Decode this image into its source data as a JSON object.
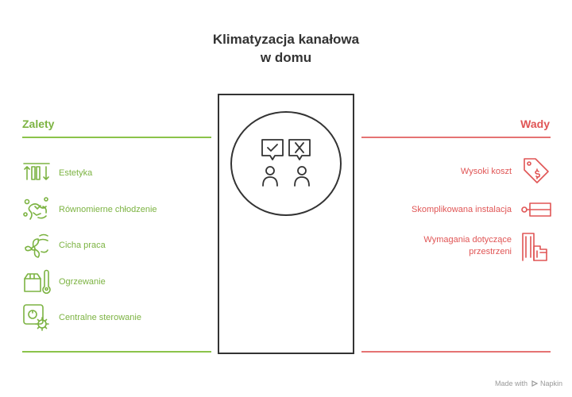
{
  "title": {
    "line1": "Klimatyzacja kanałowa",
    "line2": "w domu"
  },
  "pros": {
    "heading": "Zalety",
    "items": [
      {
        "label": "Estetyka",
        "icon": "vent-arrows-icon"
      },
      {
        "label": "Równomierne chłodzenie",
        "icon": "snowflake-flow-icon"
      },
      {
        "label": "Cicha praca",
        "icon": "quiet-fan-icon"
      },
      {
        "label": "Ogrzewanie",
        "icon": "heater-thermometer-icon"
      },
      {
        "label": "Centralne sterowanie",
        "icon": "central-control-icon"
      }
    ]
  },
  "cons": {
    "heading": "Wady",
    "items": [
      {
        "label": "Wysoki koszt",
        "icon": "price-tag-icon"
      },
      {
        "label": "Skomplikowana instalacja",
        "icon": "duct-pipe-icon"
      },
      {
        "label_line1": "Wymagania dotyczące",
        "label_line2": "przestrzeni",
        "icon": "building-space-icon"
      }
    ]
  },
  "center": {
    "icon": "pros-cons-people-icon"
  },
  "footer": {
    "text": "Made with",
    "brand": "Napkin"
  },
  "colors": {
    "pros": "#7cb342",
    "cons": "#e05555",
    "frame": "#333333"
  }
}
